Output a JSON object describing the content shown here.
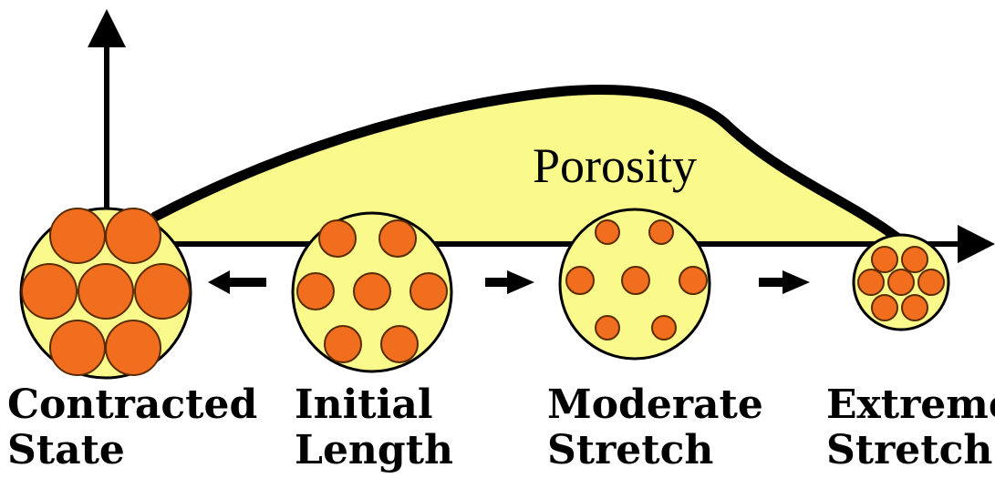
{
  "curve_label": "Porosity",
  "states": [
    {
      "line1": "Contracted",
      "line2": "State"
    },
    {
      "line1": "Initial",
      "line2": "Length"
    },
    {
      "line1": "Moderate",
      "line2": "Stretch"
    },
    {
      "line1": "Extreme",
      "line2": "Stretch"
    }
  ],
  "colors": {
    "fill_light": "#fafa8c",
    "cell_fill": "#f06e1e",
    "cell_stroke": "#5a2c00",
    "ink": "#000000"
  }
}
